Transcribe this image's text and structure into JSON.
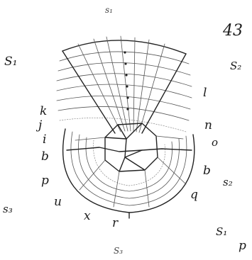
{
  "figure": {
    "number": "43",
    "labels": {
      "s1_top": "s₁",
      "S1_left": "S₁",
      "S2_right": "S₂",
      "s3_left": "s₃",
      "s2_right": "s₂",
      "S1_lower_right": "S₁",
      "S3_bottom": "S₃",
      "p_corner": "p",
      "k": "k",
      "j": "j",
      "i": "i",
      "b_left": "b",
      "p_left": "p",
      "u": "u",
      "x": "x",
      "r": "r",
      "q": "q",
      "b_right": "b",
      "o": "o",
      "n": "n",
      "l": "l"
    }
  }
}
